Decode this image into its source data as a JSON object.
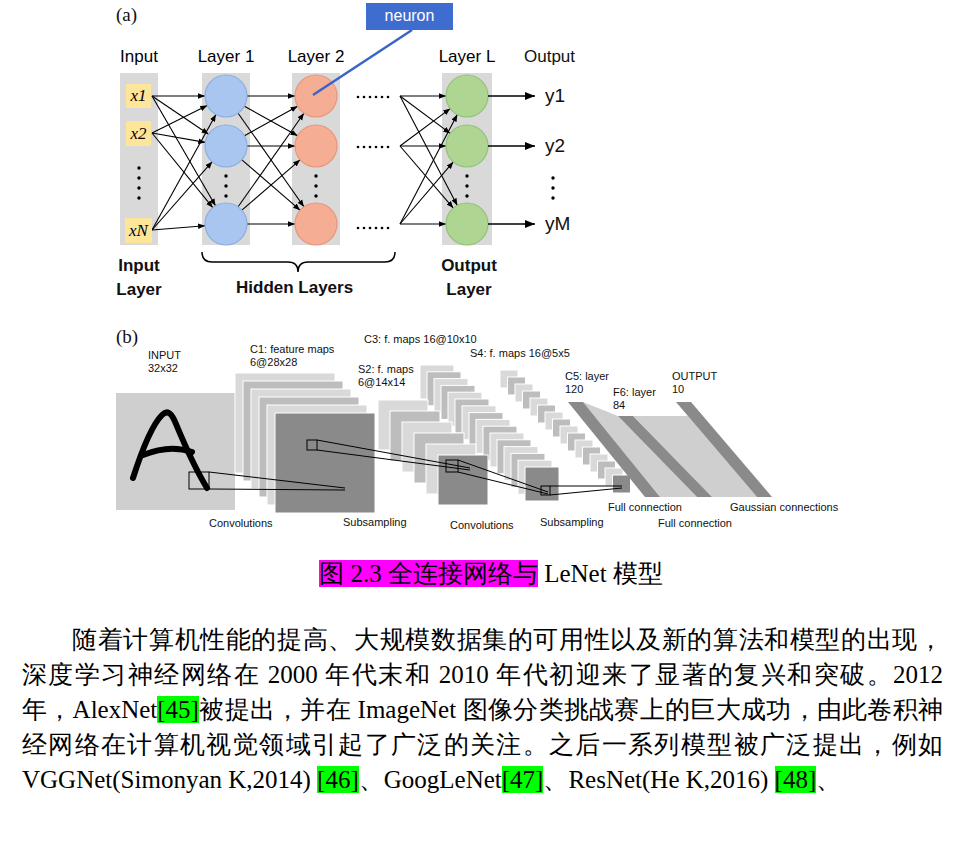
{
  "diagram": {
    "caption": "图 2.3 全连接网络与 LeNet 模型",
    "nodes": [
      {
        "text": [
          "neuron"
        ]
      },
      {
        "text": [
          "Input"
        ]
      },
      {
        "text": [
          "x1"
        ],
        "in": 1
      },
      {
        "text": [
          "x2"
        ],
        "in": 1
      },
      {
        "text": [
          "xN"
        ],
        "in": 1
      },
      {
        "text": [
          "Layer 1"
        ]
      },
      {
        "text": [
          "Layer 2"
        ]
      },
      {
        "text": [
          "Layer L"
        ]
      }
    ],
    "labels": [
      "(a)",
      "Output",
      "y1",
      "y2",
      "yM",
      "Input Layer",
      "Hidden Layers",
      "Output Layer",
      "(b)",
      "INPUT 32x32",
      "C1: feature maps 6@28x28",
      "C3: f. maps 16@10x10",
      "S4: f. maps 16@5x5",
      "S2: f. maps 6@14x14",
      "C5: layer 120",
      "OUTPUT 10",
      "F6: layer 84",
      "Convolutions",
      "Subsampling",
      "Convolutions",
      "Subsampling",
      "Full connection",
      "Full connection",
      "Gaussian connections",
      "随着计算机性能的提高、大规模数据集的可用性以及新的算法和模型的出现，深度学习神经网络在 2000 年代末和 2010 年代初迎来了显著的复兴和突破。2012 年，AlexNet[45]被提出，并在 ImageNet 图像分类挑战赛上的巨大成功，由此卷积神经网络在计算机视觉领域引起了广泛的关注。之后一系列模型被广泛提出，例如 VGGNet(Simonyan K,2014) [46]、GoogLeNet[47]、ResNet(He K,2016) [48]、"
    ]
  }
}
